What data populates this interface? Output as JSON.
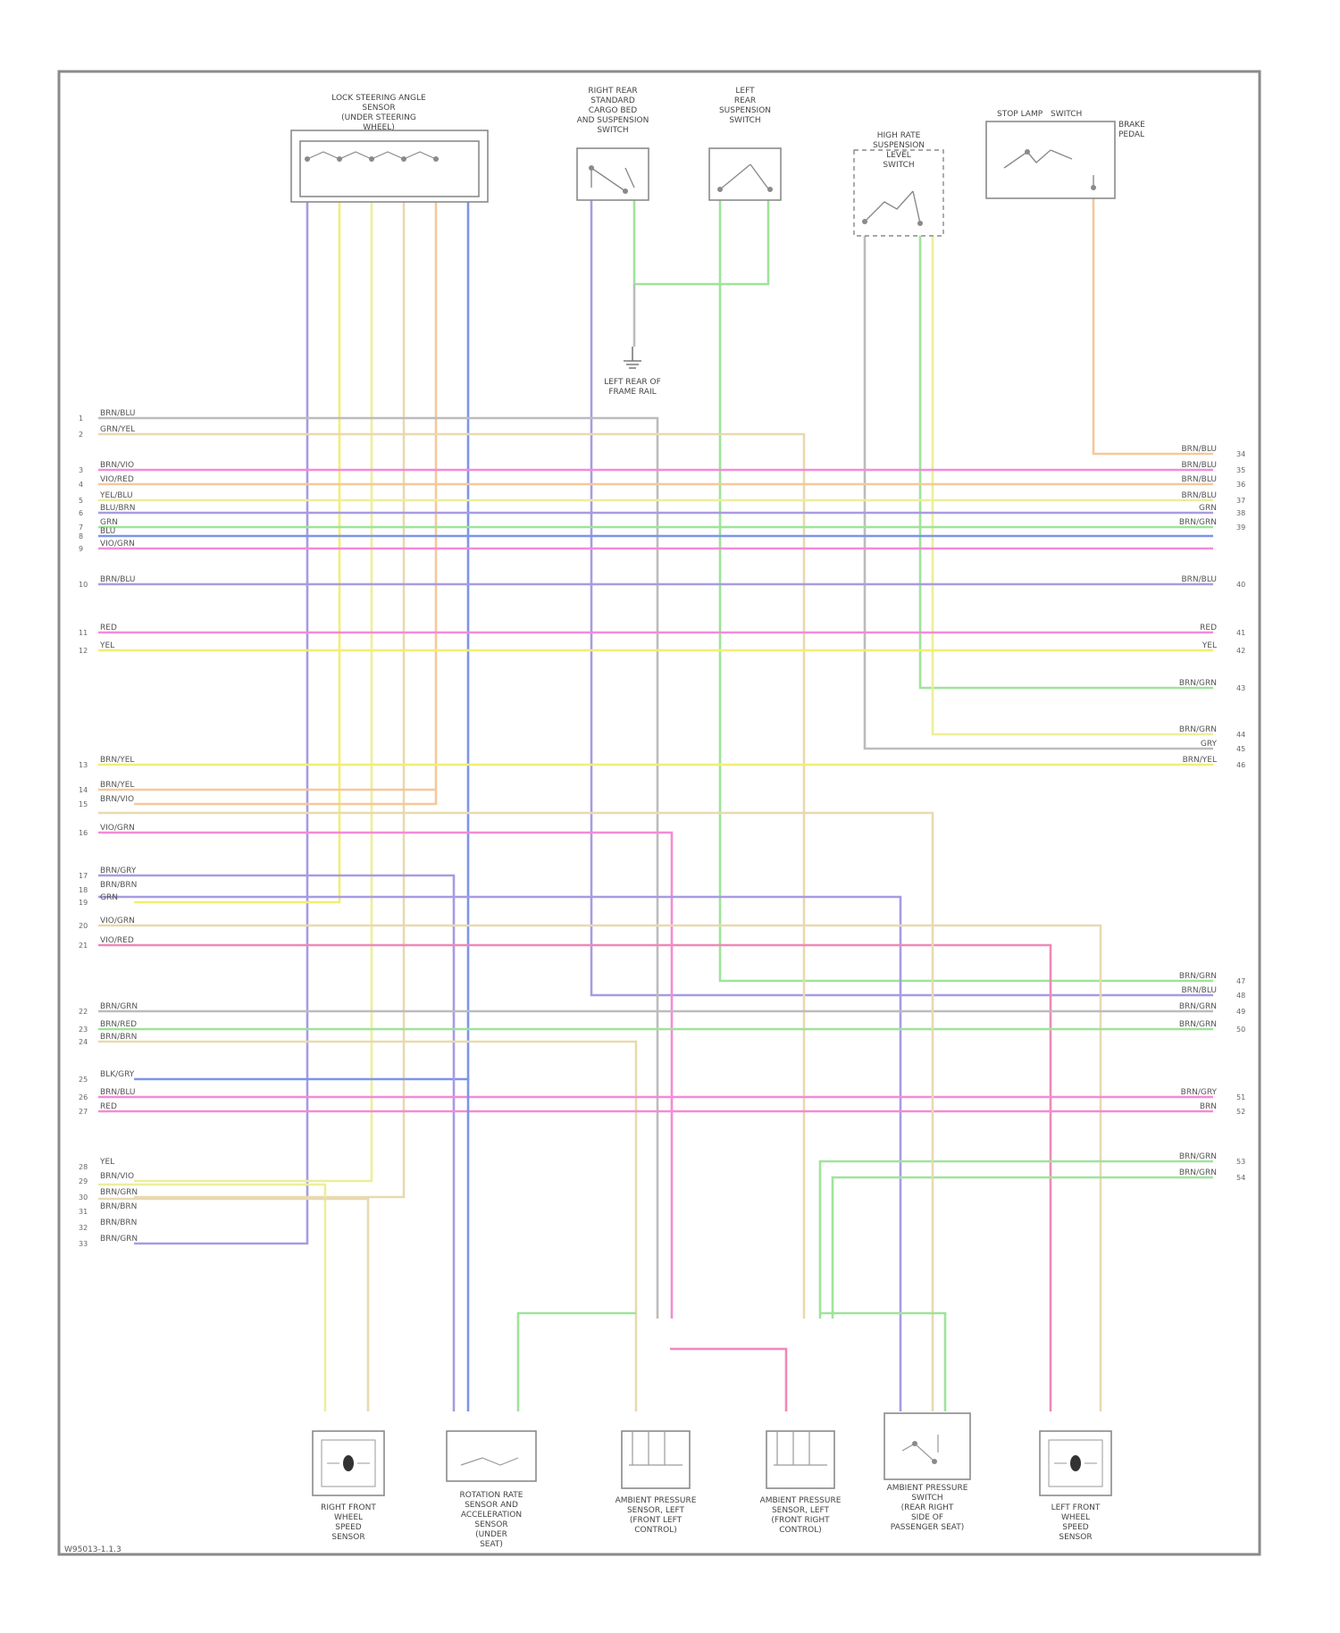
{
  "diagram": {
    "footer_code": "W95013-1.1.3",
    "colors": {
      "violet": "#a89be0",
      "blue": "#7d95e8",
      "green": "#9fe39a",
      "yellow": "#f2ee73",
      "orange": "#f5c89a",
      "pink": "#f58ad8",
      "red": "#f088b8",
      "gray": "#bcbcbc",
      "light_yellow": "#ecee9a",
      "tan": "#e8d9b0",
      "frame": "#8a8a8a"
    },
    "components": {
      "steering_angle_sensor": {
        "label_lines": [
          "LOCK STEERING ANGLE",
          "SENSOR",
          "(UNDER STEERING",
          "WHEEL)"
        ]
      },
      "right_rear_switch": {
        "label_lines": [
          "RIGHT REAR",
          "STANDARD",
          "CARGO BED",
          "AND SUSPENSION",
          "SWITCH"
        ]
      },
      "left_rear_switch": {
        "label_lines": [
          "LEFT",
          "REAR",
          "SUSPENSION",
          "SWITCH"
        ]
      },
      "height_sensor_switch": {
        "label_lines": [
          "HIGH RATE",
          "SUSPENSION",
          "LEVEL",
          "SWITCH"
        ]
      },
      "stop_lamp_switch": {
        "label_lines": [
          "STOP LAMP",
          "SWITCH"
        ],
        "side_label": [
          "BRAKE",
          "PEDAL"
        ]
      },
      "ground": {
        "label_lines": [
          "LEFT REAR OF",
          "FRAME RAIL"
        ]
      },
      "bottom": [
        {
          "key": "rf_wheel_sensor",
          "label_lines": [
            "RIGHT FRONT",
            "WHEEL",
            "SPEED",
            "SENSOR"
          ]
        },
        {
          "key": "bottom_2",
          "label_lines": [
            "ROTATION RATE",
            "SENSOR AND",
            "ACCELERATION",
            "SENSOR",
            "(UNDER",
            "SEAT)"
          ]
        },
        {
          "key": "bottom_3",
          "label_lines": [
            "AMBIENT PRESSURE",
            "SENSOR, LEFT",
            "(FRONT LEFT",
            "CONTROL)"
          ]
        },
        {
          "key": "bottom_4",
          "label_lines": [
            "AMBIENT PRESSURE",
            "SENSOR, LEFT",
            "(FRONT RIGHT",
            "CONTROL)"
          ]
        },
        {
          "key": "bottom_5",
          "label_lines": [
            "AMBIENT PRESSURE",
            "SWITCH",
            "(REAR RIGHT",
            "SIDE OF",
            "PASSENGER SEAT)"
          ]
        },
        {
          "key": "lf_wheel_sensor",
          "label_lines": [
            "LEFT FRONT",
            "WHEEL",
            "SPEED",
            "SENSOR"
          ]
        }
      ]
    },
    "left_labels": [
      "BRN/BLU",
      "GRN/YEL",
      "BRN/VIO",
      "VIO/RED",
      "YEL/BLU",
      "BLU/BRN",
      "GRN",
      "BLU",
      "VIO/GRN",
      "BRN/BLU",
      "RED",
      "YEL",
      "BRN/YEL",
      "BRN/YEL",
      "BRN/VIO",
      "VIO/GRN",
      "BRN/GRY",
      "BRN/BRN",
      "GRN",
      "VIO/GRN",
      "VIO/RED",
      "BRN/GRN",
      "BRN/RED",
      "BRN/BRN",
      "BLK/GRY",
      "BRN/BLU",
      "RED",
      "YEL",
      "BRN/VIO",
      "BRN/GRN",
      "BRN/BRN",
      "BRN/BRN",
      "BRN/GRN"
    ],
    "left_pins": [
      "1",
      "2",
      "3",
      "4",
      "5",
      "6",
      "7",
      "8",
      "9",
      "10",
      "11",
      "12",
      "13",
      "14",
      "15",
      "16",
      "17",
      "18",
      "19",
      "20",
      "21",
      "22",
      "23",
      "24",
      "25",
      "26",
      "27",
      "28",
      "29",
      "30",
      "31",
      "32",
      "33"
    ],
    "right_labels": [
      "BRN/BLU",
      "BRN/BLU",
      "BRN/BLU",
      "BRN/BLU",
      "GRN",
      "BRN/GRN",
      "BRN/BLU",
      "RED",
      "YEL",
      "BRN/GRN",
      "BRN/GRN",
      "GRY",
      "BRN/YEL",
      "BRN/GRN",
      "BRN/BLU",
      "BRN/GRN",
      "BRN/GRN",
      "BRN/GRY",
      "BRN",
      "BRN/GRN",
      "BRN/GRN"
    ],
    "right_pins": [
      "34",
      "35",
      "36",
      "37",
      "38",
      "39",
      "40",
      "41",
      "42",
      "43",
      "44",
      "45",
      "46",
      "47",
      "48",
      "49",
      "50",
      "51",
      "52",
      "53",
      "54"
    ]
  }
}
